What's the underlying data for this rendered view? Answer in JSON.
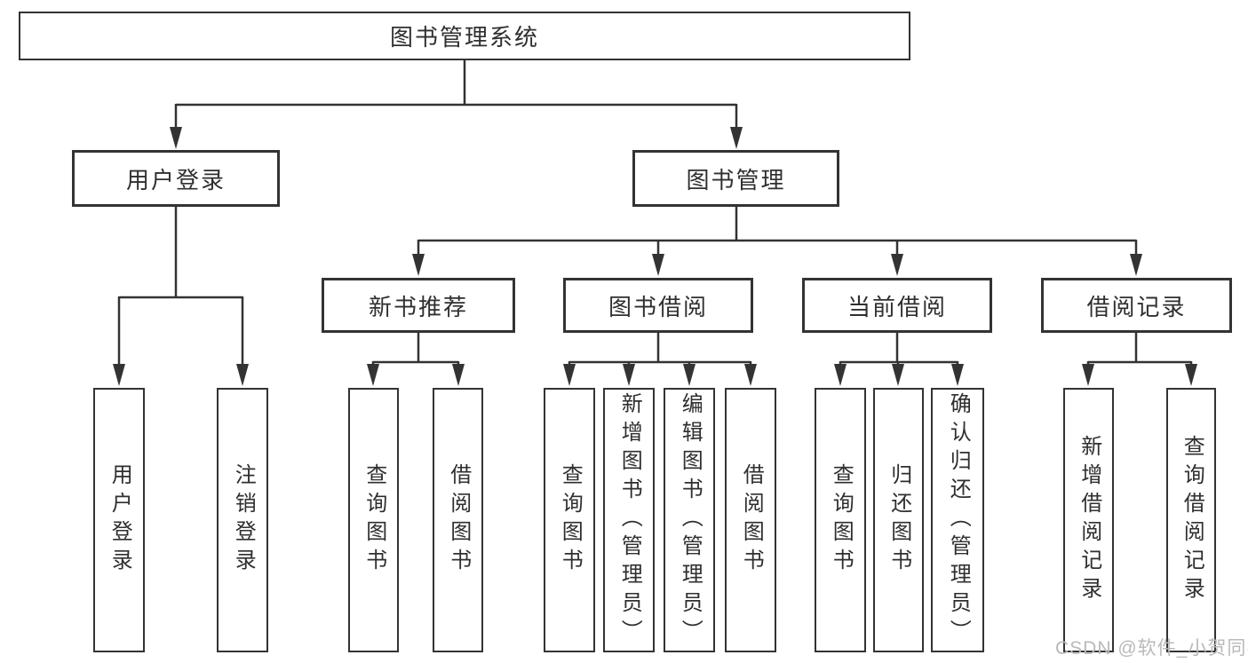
{
  "colors": {
    "line": "#333333",
    "text": "#2f2f2f",
    "box_background": "#ffffff",
    "watermark": "#b9b9b9"
  },
  "watermark": {
    "text": "CSDN @软件_小贺同学"
  },
  "tree": {
    "label": "图书管理系统",
    "children": [
      {
        "label": "用户登录",
        "children": [
          {
            "label": "用户登录"
          },
          {
            "label": "注销登录"
          }
        ]
      },
      {
        "label": "图书管理",
        "children": [
          {
            "label": "新书推荐",
            "children": [
              {
                "label": "查询图书"
              },
              {
                "label": "借阅图书"
              }
            ]
          },
          {
            "label": "图书借阅",
            "children": [
              {
                "label": "查询图书"
              },
              {
                "label": "新增图书（管理员）"
              },
              {
                "label": "编辑图书（管理员）"
              },
              {
                "label": "借阅图书"
              }
            ]
          },
          {
            "label": "当前借阅",
            "children": [
              {
                "label": "查询图书"
              },
              {
                "label": "归还图书"
              },
              {
                "label": "确认归还（管理员）"
              }
            ]
          },
          {
            "label": "借阅记录",
            "children": [
              {
                "label": "新增借阅记录"
              },
              {
                "label": "查询借阅记录"
              }
            ]
          }
        ]
      }
    ]
  }
}
